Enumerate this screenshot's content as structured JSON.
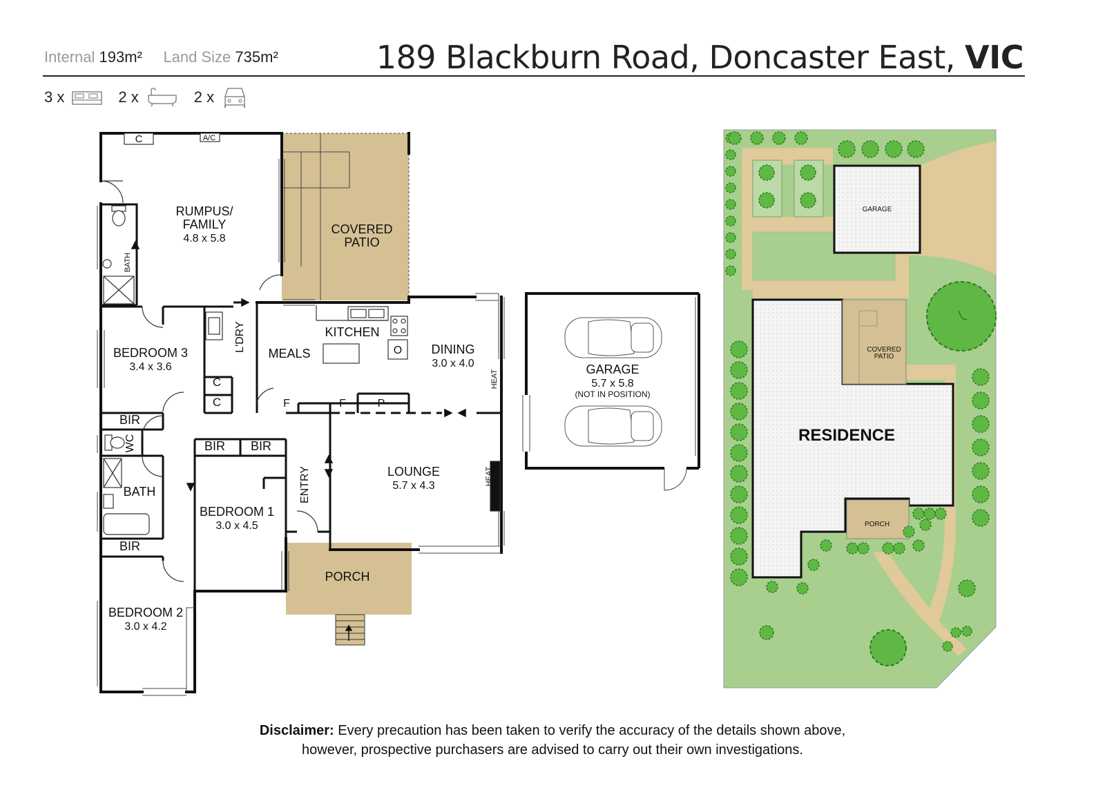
{
  "header": {
    "internal_label": "Internal",
    "internal_value": "193m²",
    "land_label": "Land Size",
    "land_value": "735m²",
    "address_main": "189 Blackburn Road, Doncaster East,",
    "address_state": "VIC"
  },
  "features": {
    "beds": "3 x",
    "baths": "2 x",
    "cars": "2 x",
    "bed_icon": "bed-icon",
    "bath_icon": "bathtub-icon",
    "car_icon": "car-icon"
  },
  "rooms": {
    "rumpus_l1": "RUMPUS/",
    "rumpus_l2": "FAMILY",
    "rumpus_dim": "4.8 x 5.8",
    "covered_patio_l1": "COVERED",
    "covered_patio_l2": "PATIO",
    "bedroom3": "BEDROOM 3",
    "bedroom3_dim": "3.4 x 3.6",
    "laundry": "L'DRY",
    "meals": "MEALS",
    "kitchen": "KITCHEN",
    "dining": "DINING",
    "dining_dim": "3.0 x 4.0",
    "lounge": "LOUNGE",
    "lounge_dim": "5.7 x 4.3",
    "bedroom1": "BEDROOM 1",
    "bedroom1_dim": "3.0 x 4.5",
    "bedroom2": "BEDROOM 2",
    "bedroom2_dim": "3.0 x 4.2",
    "porch": "PORCH",
    "entry": "ENTRY",
    "bath_upper": "BATH",
    "bath_lower": "BATH",
    "wc": "WC",
    "bir": "BIR",
    "c": "C",
    "ac": "A/C",
    "f": "F",
    "p": "P",
    "o": "O",
    "heat": "HEAT"
  },
  "garage": {
    "label": "GARAGE",
    "dim": "5.7 x 5.8",
    "note": "(NOT IN POSITION)"
  },
  "site": {
    "garage": "GARAGE",
    "covered_l1": "COVERED",
    "covered_l2": "PATIO",
    "residence": "RESIDENCE",
    "porch": "PORCH"
  },
  "colors": {
    "wall": "#111111",
    "patio": "#d5c094",
    "lawn": "#a8cf8e",
    "tree": "#5fb843",
    "path": "#e0c99a",
    "roof": "#f2f2f2"
  },
  "disclaimer": {
    "label": "Disclaimer:",
    "line1": "Every precaution has been taken to verify the accuracy of the details shown above,",
    "line2": "however, prospective purchasers are advised to carry out their own investigations."
  }
}
